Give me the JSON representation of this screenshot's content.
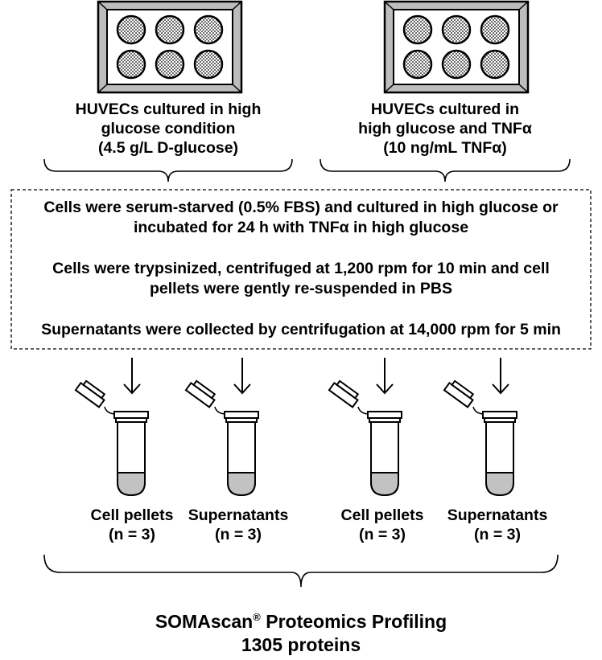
{
  "conditions": [
    {
      "title_line1": "HUVECs cultured in high",
      "title_line2": "glucose condition",
      "title_line3": "(4.5 g/L D-glucose)"
    },
    {
      "title_line1": "HUVECs cultured in",
      "title_line2": "high glucose and TNFα",
      "title_line3": "(10 ng/mL TNFα)"
    }
  ],
  "protocol_steps": [
    {
      "line1": "Cells were serum-starved (0.5% FBS) and cultured in high glucose or",
      "line2": "incubated for 24 h with TNFα in high glucose"
    },
    {
      "line1": "Cells were trypsinized, centrifuged at 1,200 rpm for 10 min and cell",
      "line2": "pellets were gently re-suspended in PBS"
    },
    {
      "line1": "Supernatants were collected by centrifugation at 14,000 rpm for 5 min"
    }
  ],
  "samples": [
    {
      "label": "Cell pellets",
      "n": "(n = 3)"
    },
    {
      "label": "Supernatants",
      "n": "(n = 3)"
    },
    {
      "label": "Cell pellets",
      "n": "(n = 3)"
    },
    {
      "label": "Supernatants",
      "n": "(n = 3)"
    }
  ],
  "output": {
    "title_pre": "SOMAscan",
    "title_reg": "®",
    "title_post": " Proteomics Profiling",
    "subtitle": "1305 proteins"
  },
  "colors": {
    "plate_fill": "#bdbdbd",
    "tube_liquid": "#c2c2c2",
    "stroke": "#000000"
  }
}
